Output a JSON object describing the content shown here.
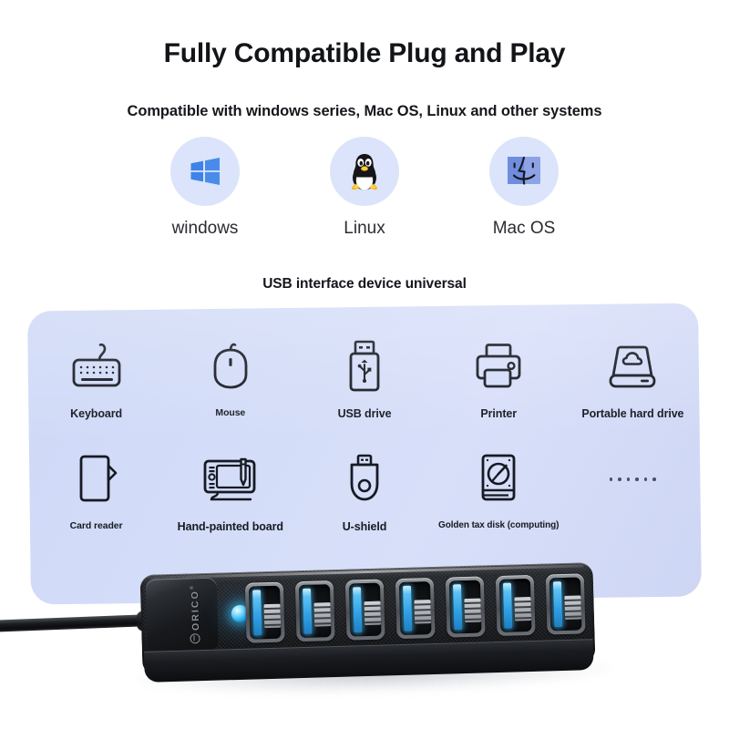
{
  "header": {
    "title": "Fully Compatible Plug and Play",
    "subtitle": "Compatible with windows series, Mac OS, Linux and other systems"
  },
  "os_section": {
    "items": [
      {
        "name": "windows",
        "icon": "windows-logo-icon"
      },
      {
        "name": "Linux",
        "icon": "linux-penguin-icon"
      },
      {
        "name": "Mac OS",
        "icon": "macos-finder-icon"
      }
    ]
  },
  "devices_section": {
    "label": "USB interface device universal",
    "row1": [
      {
        "label": "Keyboard",
        "icon": "keyboard-icon"
      },
      {
        "label": "Mouse",
        "icon": "mouse-icon"
      },
      {
        "label": "USB drive",
        "icon": "usb-drive-icon"
      },
      {
        "label": "Printer",
        "icon": "printer-icon"
      },
      {
        "label": "Portable hard drive",
        "icon": "portable-hard-drive-icon"
      }
    ],
    "row2": [
      {
        "label": "Card reader",
        "icon": "card-reader-icon"
      },
      {
        "label": "Hand-painted board",
        "icon": "drawing-tablet-icon"
      },
      {
        "label": "U-shield",
        "icon": "u-shield-icon"
      },
      {
        "label": "Golden tax disk (computing)",
        "icon": "tax-disk-icon"
      },
      {
        "label": "",
        "icon": "ellipsis-dots-icon"
      }
    ]
  },
  "product": {
    "brand": "ORICO",
    "brand_trademark": "®",
    "port_count": 7,
    "led_label": "power-led"
  },
  "colors": {
    "panel_background": "#d4ddf8",
    "os_circle": "#dbe4fa",
    "icon_stroke": "#161a22",
    "windows_blue": "#3f82e8",
    "finder_blue": "#6f8cdd",
    "led_blue": "#37b8ef",
    "usb_blue": "#2f9fe4",
    "text_dark": "#15171c"
  }
}
